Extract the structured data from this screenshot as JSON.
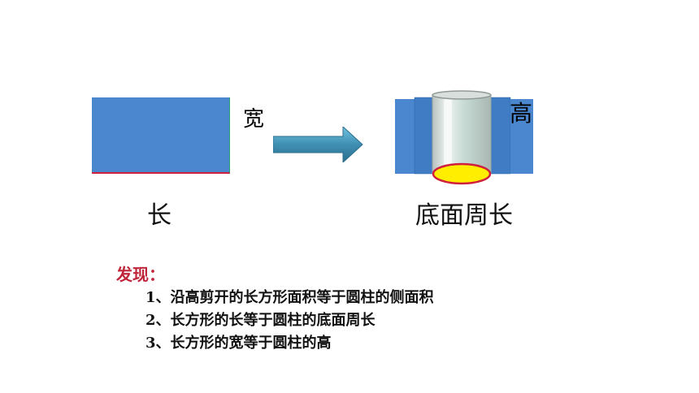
{
  "labels": {
    "width": "宽",
    "length": "长",
    "height": "高",
    "base_circumference": "底面周长"
  },
  "findings": {
    "title": "发现：",
    "items": [
      "1、沿高剪开的长方形面积等于圆柱的侧面积",
      "2、长方形的长等于圆柱的底面周长",
      "3、长方形的宽等于圆柱的高"
    ]
  },
  "colors": {
    "rectangle": "#4a87cf",
    "length_edge": "#d01f3c",
    "arrow": "#3f8fb3",
    "base_fill": "#ffee00",
    "base_stroke": "#d01f3c",
    "findings_title": "#c0253a"
  }
}
